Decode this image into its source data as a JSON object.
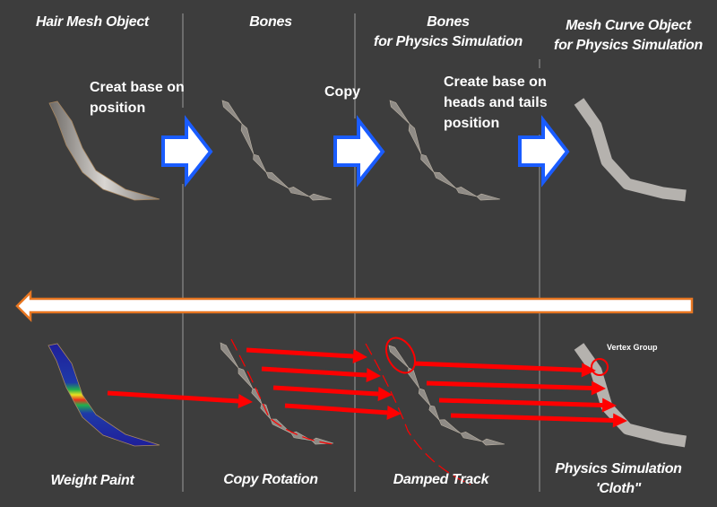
{
  "columns": {
    "top": [
      "Hair Mesh Object",
      "Bones",
      "Bones\nfor Physics Simulation",
      "Mesh Curve Object\nfor Physics Simulation"
    ],
    "bottom": [
      "Weight Paint",
      "Copy Rotation",
      "Damped Track",
      "Physics Simulation\n'Cloth\""
    ]
  },
  "steps": [
    "Creat base on\nposition",
    "Copy",
    "Create base on\nheads and tails\nposition"
  ],
  "annotation": "Vertex Group",
  "colors": {
    "background": "#3d3d3d",
    "step_arrow_outline": "#1a5cff",
    "return_arrow_outline": "#e87722",
    "constraint_arrow": "#ff0000"
  }
}
